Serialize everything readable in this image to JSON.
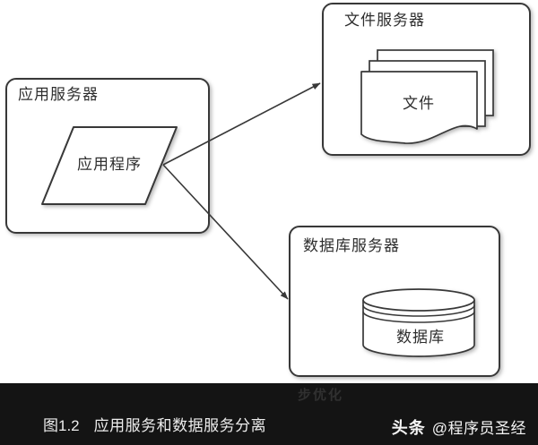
{
  "diagram": {
    "app_server": {
      "label": "应用服务器",
      "program": "应用程序"
    },
    "file_server": {
      "label": "文件服务器",
      "file": "文件"
    },
    "db_server": {
      "label": "数据库服务器",
      "database": "数据库"
    }
  },
  "footer": {
    "watermark": "步优化",
    "figure_no": "图1.2",
    "caption": "应用服务和数据服务分离",
    "brand": "头条",
    "handle": "@程序员圣经"
  },
  "colors": {
    "canvas_bg": "#ffffff",
    "diagram_stroke": "#383838",
    "footer_bg": "#141414",
    "footer_text": "#ededed",
    "watermark_text": "#303030"
  }
}
